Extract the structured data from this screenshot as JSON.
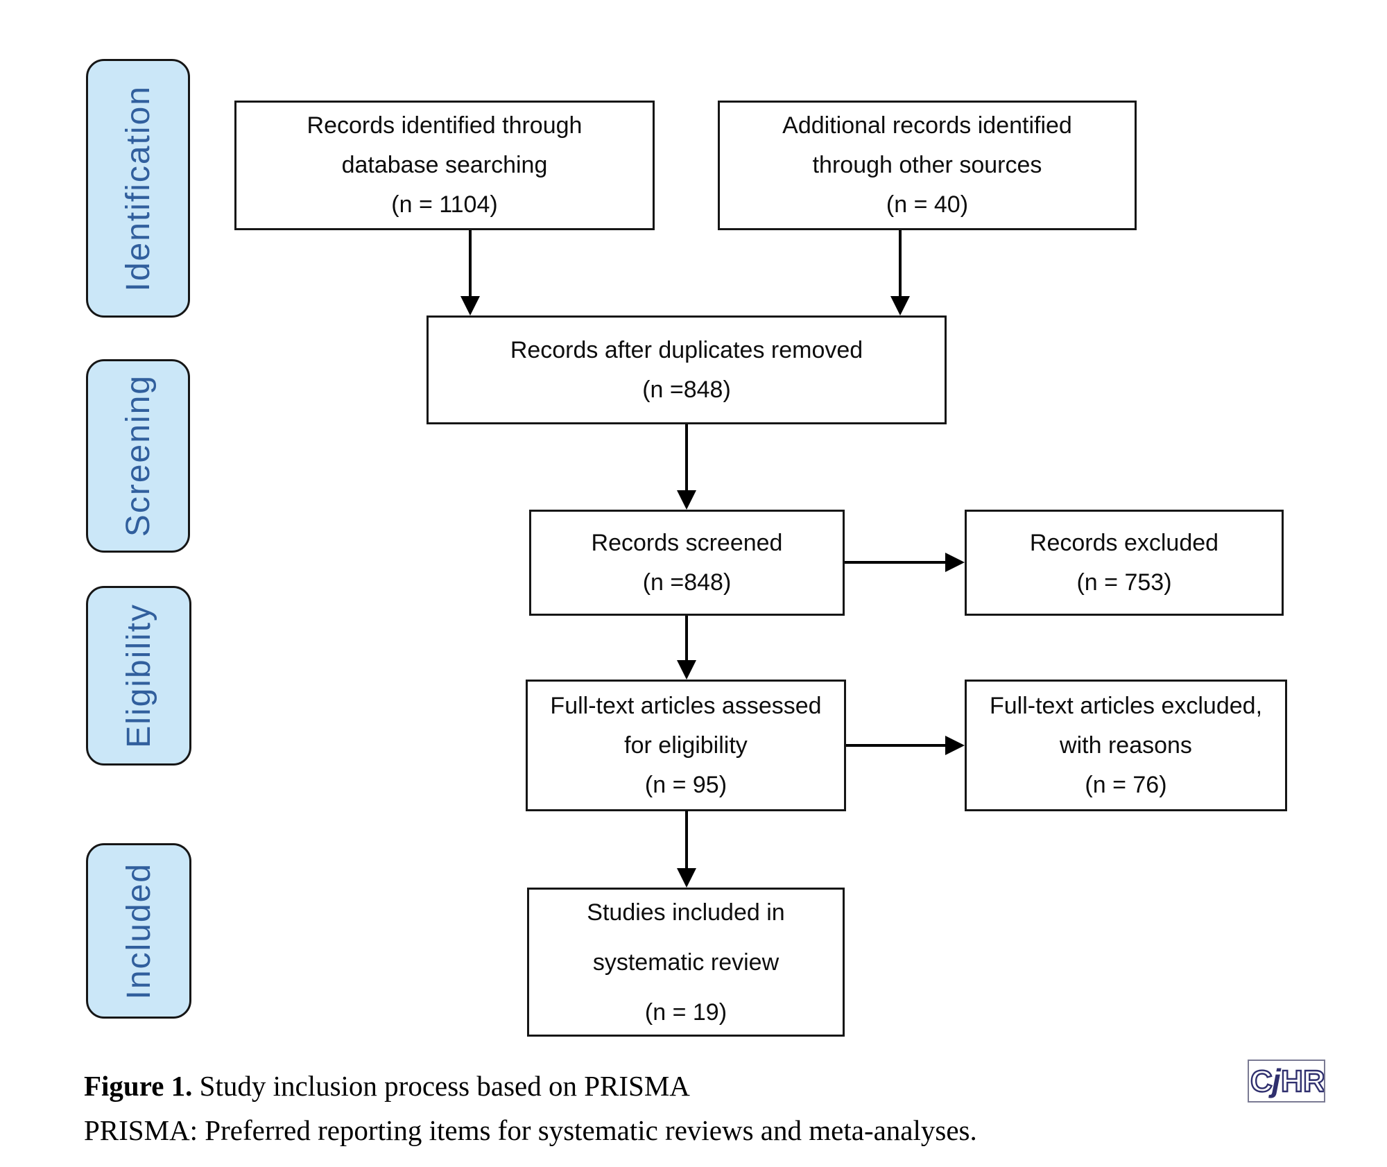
{
  "diagram": {
    "stages": [
      {
        "label": "Identification"
      },
      {
        "label": "Screening"
      },
      {
        "label": "Eligibility"
      },
      {
        "label": "Included"
      }
    ],
    "boxes": {
      "identified": "Records identified through\ndatabase searching\n(n = 1104)",
      "additional": "Additional records identified\nthrough other sources\n(n = 40)",
      "deduplicated": "Records after duplicates removed\n(n =848)",
      "screened": "Records screened\n(n =848)",
      "records_excluded": "Records excluded\n(n = 753)",
      "fulltext_assessed": "Full-text articles assessed\nfor eligibility\n(n = 95)",
      "fulltext_excluded": "Full-text articles excluded,\nwith reasons\n(n = 76)",
      "studies_included": "Studies included in\nsystematic review\n(n = 19)"
    },
    "counts": {
      "identified": 1104,
      "additional": 40,
      "after_duplicates_removed": 848,
      "screened": 848,
      "records_excluded": 753,
      "fulltext_assessed": 95,
      "fulltext_excluded": 76,
      "studies_included": 19
    },
    "caption": {
      "label": "Figure 1.",
      "title": " Study inclusion process based on PRISMA",
      "footnote": "PRISMA: Preferred reporting items for systematic reviews and meta-analyses."
    },
    "logo": {
      "c": "C",
      "j": "j",
      "h": "H",
      "r": "R"
    },
    "colors": {
      "stage_fill": "#cbe7f8",
      "stage_text": "#315f9d",
      "box_border": "#161616",
      "logo_navy": "#2f2f6e"
    }
  }
}
